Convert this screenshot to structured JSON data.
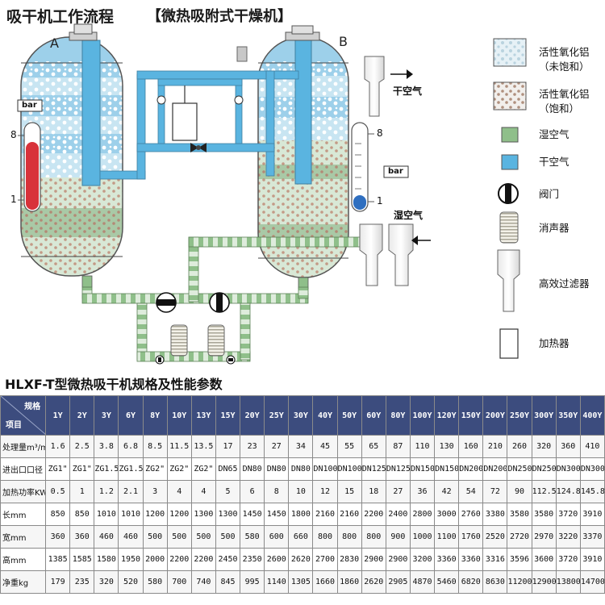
{
  "header": {
    "title": "吸干机工作流程",
    "subtitle": "【微热吸附式干燥机】"
  },
  "diagram": {
    "tank_a": "A",
    "tank_b": "B",
    "gauge_left": {
      "unit": "bar",
      "scale_top": "8",
      "scale_bottom": "1"
    },
    "gauge_right": {
      "unit": "bar",
      "scale_top": "8",
      "scale_bottom": "1"
    },
    "dry_air_out": "干空气",
    "wet_air_in": "湿空气"
  },
  "legend": {
    "items": [
      {
        "key": "unsaturated",
        "label_line1": "活性氧化铝",
        "label_line2": "（未饱和）"
      },
      {
        "key": "saturated",
        "label_line1": "活性氧化铝",
        "label_line2": "（饱和）"
      },
      {
        "key": "wet-air",
        "label_line1": "湿空气",
        "label_line2": ""
      },
      {
        "key": "dry-air",
        "label_line1": "干空气",
        "label_line2": ""
      },
      {
        "key": "valve",
        "label_line1": "阀门",
        "label_line2": ""
      },
      {
        "key": "muffler",
        "label_line1": "消声器",
        "label_line2": ""
      },
      {
        "key": "filter",
        "label_line1": "高效过滤器",
        "label_line2": ""
      },
      {
        "key": "heater",
        "label_line1": "加热器",
        "label_line2": ""
      }
    ],
    "colors": {
      "dry_air": "#5ab4e0",
      "wet_air": "#8fbf8a",
      "heater_fill": "#ffffff",
      "gauge_red": "#d8323a",
      "gauge_blue": "#2f6fc0"
    }
  },
  "spec": {
    "title": "HLXF-T型微热吸干机规格及性能参数",
    "corner_top": "规格",
    "corner_bottom": "项目",
    "columns": [
      "1Y",
      "2Y",
      "3Y",
      "6Y",
      "8Y",
      "10Y",
      "13Y",
      "15Y",
      "20Y",
      "25Y",
      "30Y",
      "40Y",
      "50Y",
      "60Y",
      "80Y",
      "100Y",
      "120Y",
      "150Y",
      "200Y",
      "250Y",
      "300Y",
      "350Y",
      "400Y"
    ],
    "rows": [
      {
        "label": "处理量m³/min",
        "values": [
          "1.6",
          "2.5",
          "3.8",
          "6.8",
          "8.5",
          "11.5",
          "13.5",
          "17",
          "23",
          "27",
          "34",
          "45",
          "55",
          "65",
          "87",
          "110",
          "130",
          "160",
          "210",
          "260",
          "320",
          "360",
          "410"
        ]
      },
      {
        "label": "进出口口径",
        "values": [
          "ZG1\"",
          "ZG1\"",
          "ZG1.5\"",
          "ZG1.5\"",
          "ZG2\"",
          "ZG2\"",
          "ZG2\"",
          "DN65",
          "DN80",
          "DN80",
          "DN80",
          "DN100",
          "DN100",
          "DN125",
          "DN125",
          "DN150",
          "DN150",
          "DN200",
          "DN200",
          "DN250",
          "DN250",
          "DN300",
          "DN300"
        ]
      },
      {
        "label": "加热功率KW",
        "values": [
          "0.5",
          "1",
          "1.2",
          "2.1",
          "3",
          "4",
          "4",
          "5",
          "6",
          "8",
          "10",
          "12",
          "15",
          "18",
          "27",
          "36",
          "42",
          "54",
          "72",
          "90",
          "112.5",
          "124.8",
          "145.8"
        ]
      },
      {
        "label": "长mm",
        "values": [
          "850",
          "850",
          "1010",
          "1010",
          "1200",
          "1200",
          "1300",
          "1300",
          "1450",
          "1450",
          "1800",
          "2160",
          "2160",
          "2200",
          "2400",
          "2800",
          "3000",
          "2760",
          "3380",
          "3580",
          "3580",
          "3720",
          "3910"
        ]
      },
      {
        "label": "宽mm",
        "values": [
          "360",
          "360",
          "460",
          "460",
          "500",
          "500",
          "500",
          "500",
          "580",
          "600",
          "660",
          "800",
          "800",
          "800",
          "900",
          "1000",
          "1100",
          "1760",
          "2520",
          "2720",
          "2970",
          "3220",
          "3370"
        ]
      },
      {
        "label": "高mm",
        "values": [
          "1385",
          "1585",
          "1580",
          "1950",
          "2000",
          "2200",
          "2200",
          "2450",
          "2350",
          "2600",
          "2620",
          "2700",
          "2830",
          "2900",
          "2900",
          "3200",
          "3360",
          "3360",
          "3316",
          "3596",
          "3600",
          "3720",
          "3910"
        ]
      },
      {
        "label": "净重kg",
        "values": [
          "179",
          "235",
          "320",
          "520",
          "580",
          "700",
          "740",
          "845",
          "995",
          "1140",
          "1305",
          "1660",
          "1860",
          "2620",
          "2905",
          "4870",
          "5460",
          "6820",
          "8630",
          "11200",
          "12900",
          "13800",
          "14700"
        ]
      }
    ]
  }
}
